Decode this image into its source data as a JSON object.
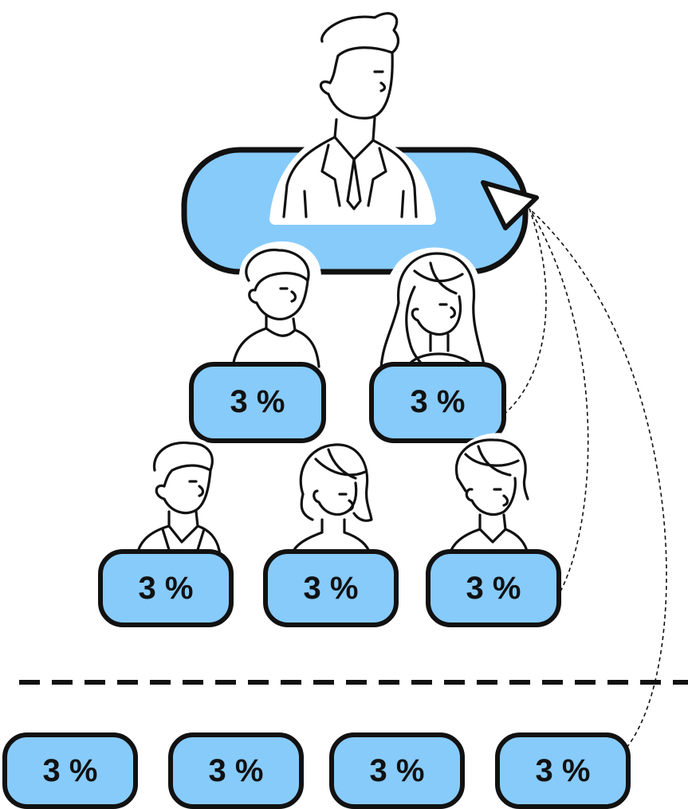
{
  "colors": {
    "badge_fill": "#87cbfb",
    "outline": "#111111",
    "background": "#ffffff"
  },
  "top_card": {
    "label": ""
  },
  "level_1": [
    {
      "label": "3 %",
      "figure": "man-sweater-icon"
    },
    {
      "label": "3 %",
      "figure": "woman-long-hair-icon"
    }
  ],
  "level_2": [
    {
      "label": "3 %",
      "figure": "man-jacket-icon"
    },
    {
      "label": "3 %",
      "figure": "woman-bob-hair-icon"
    },
    {
      "label": "3 %",
      "figure": "young-man-icon"
    }
  ],
  "level_3": [
    {
      "label": "3 %"
    },
    {
      "label": "3 %"
    },
    {
      "label": "3 %"
    },
    {
      "label": "3 %"
    }
  ],
  "icons": [
    "businessman-icon",
    "play-arrow-icon",
    "dashed-divider"
  ]
}
